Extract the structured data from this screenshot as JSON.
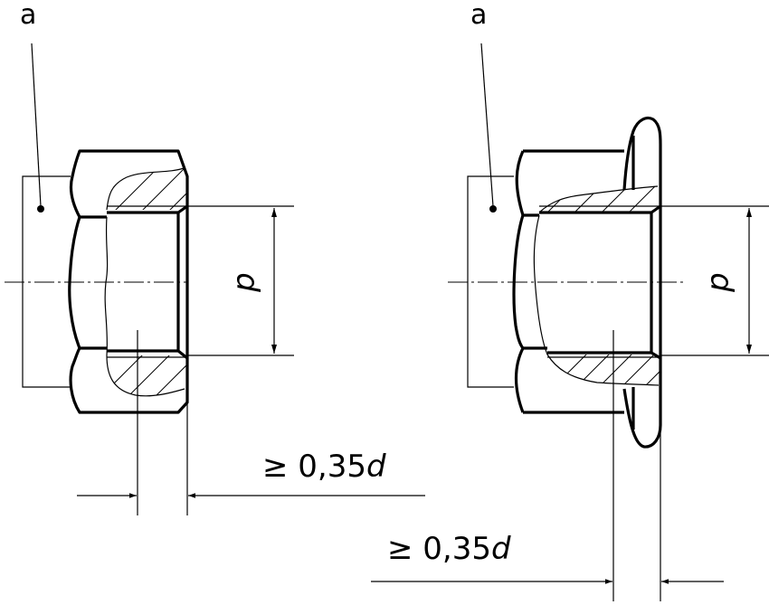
{
  "left_view": {
    "callout_label": "a",
    "diameter_label": "d",
    "dimension_prefix": "≥ 0,35",
    "dimension_symbol": "d"
  },
  "right_view": {
    "callout_label": "a",
    "diameter_label": "d",
    "dimension_prefix": "≥ 0,35",
    "dimension_symbol": "d"
  }
}
